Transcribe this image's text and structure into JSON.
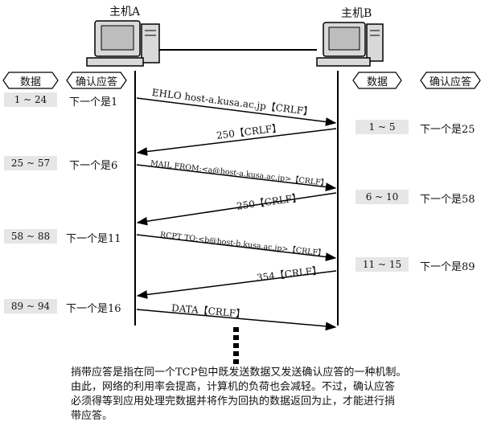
{
  "hosts": {
    "a": "主机A",
    "b": "主机B"
  },
  "headers": {
    "data": "数据",
    "ack": "确认应答"
  },
  "left_rows": [
    {
      "range": "1 ~ 24",
      "ack": "下一个是1"
    },
    {
      "range": "25 ~ 57",
      "ack": "下一个是6"
    },
    {
      "range": "58 ~ 88",
      "ack": "下一个是11"
    },
    {
      "range": "89 ~ 94",
      "ack": "下一个是16"
    }
  ],
  "right_rows": [
    {
      "range": "1 ~ 5",
      "ack": "下一个是25"
    },
    {
      "range": "6 ~ 10",
      "ack": "下一个是58"
    },
    {
      "range": "11 ~ 15",
      "ack": "下一个是89"
    }
  ],
  "messages": [
    "EHLO host-a.kusa.ac.jp【CRLF】",
    "250【CRLF】",
    "MAIL FROM:<a@host-a.kusa.ac.jp>【CRLF】",
    "250【CRLF】",
    "RCPT TO:<b@host-b.kusa.ac.jp>【CRLF】",
    "354【CRLF】",
    "DATA【CRLF】"
  ],
  "note": [
    "捎带应答是指在同一个TCP包中既发送数据又发送确认应答的一种机制。",
    "由此，网络的利用率会提高，计算机的负荷也会减轻。不过，确认应答",
    "必须得等到应用处理完数据并将作为回执的数据返回为止，才能进行捎",
    "带应答。"
  ]
}
